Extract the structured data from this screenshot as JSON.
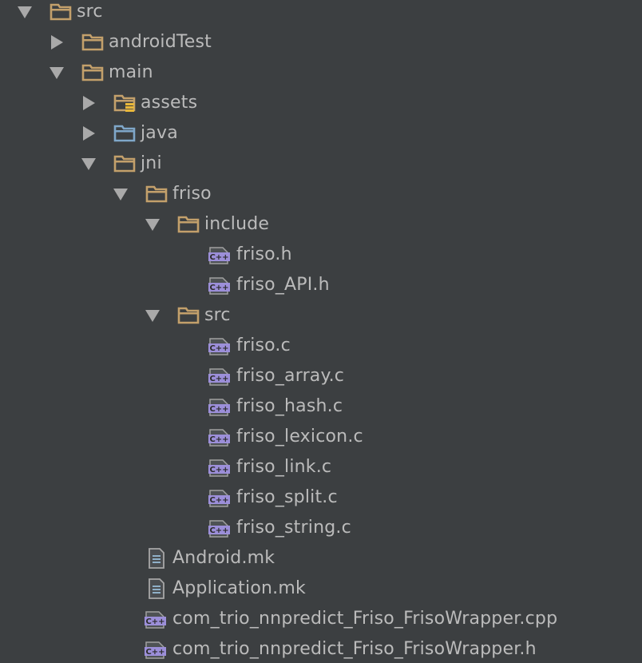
{
  "tree": {
    "items": [
      {
        "label": "src",
        "depth": 0,
        "type": "folder",
        "expanded": true,
        "icon": "folder-icon"
      },
      {
        "label": "androidTest",
        "depth": 1,
        "type": "folder",
        "expanded": false,
        "icon": "folder-icon"
      },
      {
        "label": "main",
        "depth": 1,
        "type": "folder",
        "expanded": true,
        "icon": "folder-icon"
      },
      {
        "label": "assets",
        "depth": 2,
        "type": "folder",
        "expanded": false,
        "icon": "resource-folder-icon"
      },
      {
        "label": "java",
        "depth": 2,
        "type": "folder",
        "expanded": false,
        "icon": "source-folder-icon"
      },
      {
        "label": "jni",
        "depth": 2,
        "type": "folder",
        "expanded": true,
        "icon": "folder-icon"
      },
      {
        "label": "friso",
        "depth": 3,
        "type": "folder",
        "expanded": true,
        "icon": "folder-icon"
      },
      {
        "label": "include",
        "depth": 4,
        "type": "folder",
        "expanded": true,
        "icon": "folder-icon"
      },
      {
        "label": "friso.h",
        "depth": 5,
        "type": "file",
        "icon": "cpp-file-icon"
      },
      {
        "label": "friso_API.h",
        "depth": 5,
        "type": "file",
        "icon": "cpp-file-icon"
      },
      {
        "label": "src",
        "depth": 4,
        "type": "folder",
        "expanded": true,
        "icon": "folder-icon"
      },
      {
        "label": "friso.c",
        "depth": 5,
        "type": "file",
        "icon": "cpp-file-icon"
      },
      {
        "label": "friso_array.c",
        "depth": 5,
        "type": "file",
        "icon": "cpp-file-icon"
      },
      {
        "label": "friso_hash.c",
        "depth": 5,
        "type": "file",
        "icon": "cpp-file-icon"
      },
      {
        "label": "friso_lexicon.c",
        "depth": 5,
        "type": "file",
        "icon": "cpp-file-icon"
      },
      {
        "label": "friso_link.c",
        "depth": 5,
        "type": "file",
        "icon": "cpp-file-icon"
      },
      {
        "label": "friso_split.c",
        "depth": 5,
        "type": "file",
        "icon": "cpp-file-icon"
      },
      {
        "label": "friso_string.c",
        "depth": 5,
        "type": "file",
        "icon": "cpp-file-icon"
      },
      {
        "label": "Android.mk",
        "depth": 3,
        "type": "file",
        "icon": "text-file-icon"
      },
      {
        "label": "Application.mk",
        "depth": 3,
        "type": "file",
        "icon": "text-file-icon"
      },
      {
        "label": "com_trio_nnpredict_Friso_FrisoWrapper.cpp",
        "depth": 3,
        "type": "file",
        "icon": "cpp-file-icon"
      },
      {
        "label": "com_trio_nnpredict_Friso_FrisoWrapper.h",
        "depth": 3,
        "type": "file",
        "icon": "cpp-file-icon"
      }
    ]
  },
  "colors": {
    "background": "#3c3f41",
    "text": "#bbbbbb",
    "folder": "#c3a06b",
    "source_folder": "#7fa7c9",
    "cpp_badge": "#9c8fd9",
    "arrow": "#a9a9a9"
  }
}
